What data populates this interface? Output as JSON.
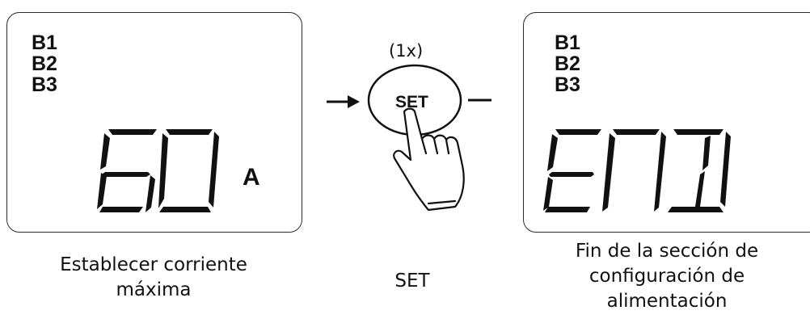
{
  "left_display": {
    "banks": [
      "B1",
      "B2",
      "B3"
    ],
    "value": "60",
    "unit": "A",
    "caption": [
      "Establecer corriente",
      "máxima"
    ]
  },
  "button_step": {
    "count": "(1x)",
    "button_label": "SET",
    "caption": "SET"
  },
  "right_display": {
    "banks": [
      "B1",
      "B2",
      "B3"
    ],
    "value": "END",
    "caption": [
      "Fin de la sección de",
      "configuración de",
      "alimentación"
    ]
  }
}
